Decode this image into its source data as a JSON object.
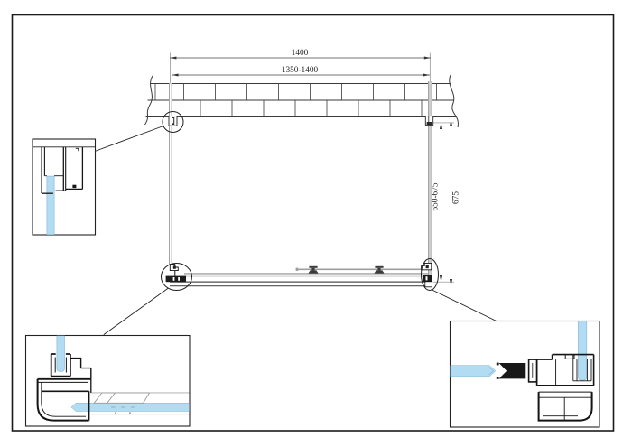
{
  "dimensions": {
    "top_total": "1400",
    "top_range": "1350-1400",
    "right_range": "650-675",
    "right_total": "675"
  },
  "colors": {
    "glass_blue": "#b2dcf2",
    "line_dark": "#1a1a1a",
    "line_gray": "#9a9a9a",
    "gasket_black": "#181818"
  },
  "callouts": {
    "top_left": "wall-profile-glass-clamp-detail",
    "bottom_left": "bottom-rail-roller-detail",
    "bottom_right": "bottom-rail-magnet-seal-detail"
  }
}
